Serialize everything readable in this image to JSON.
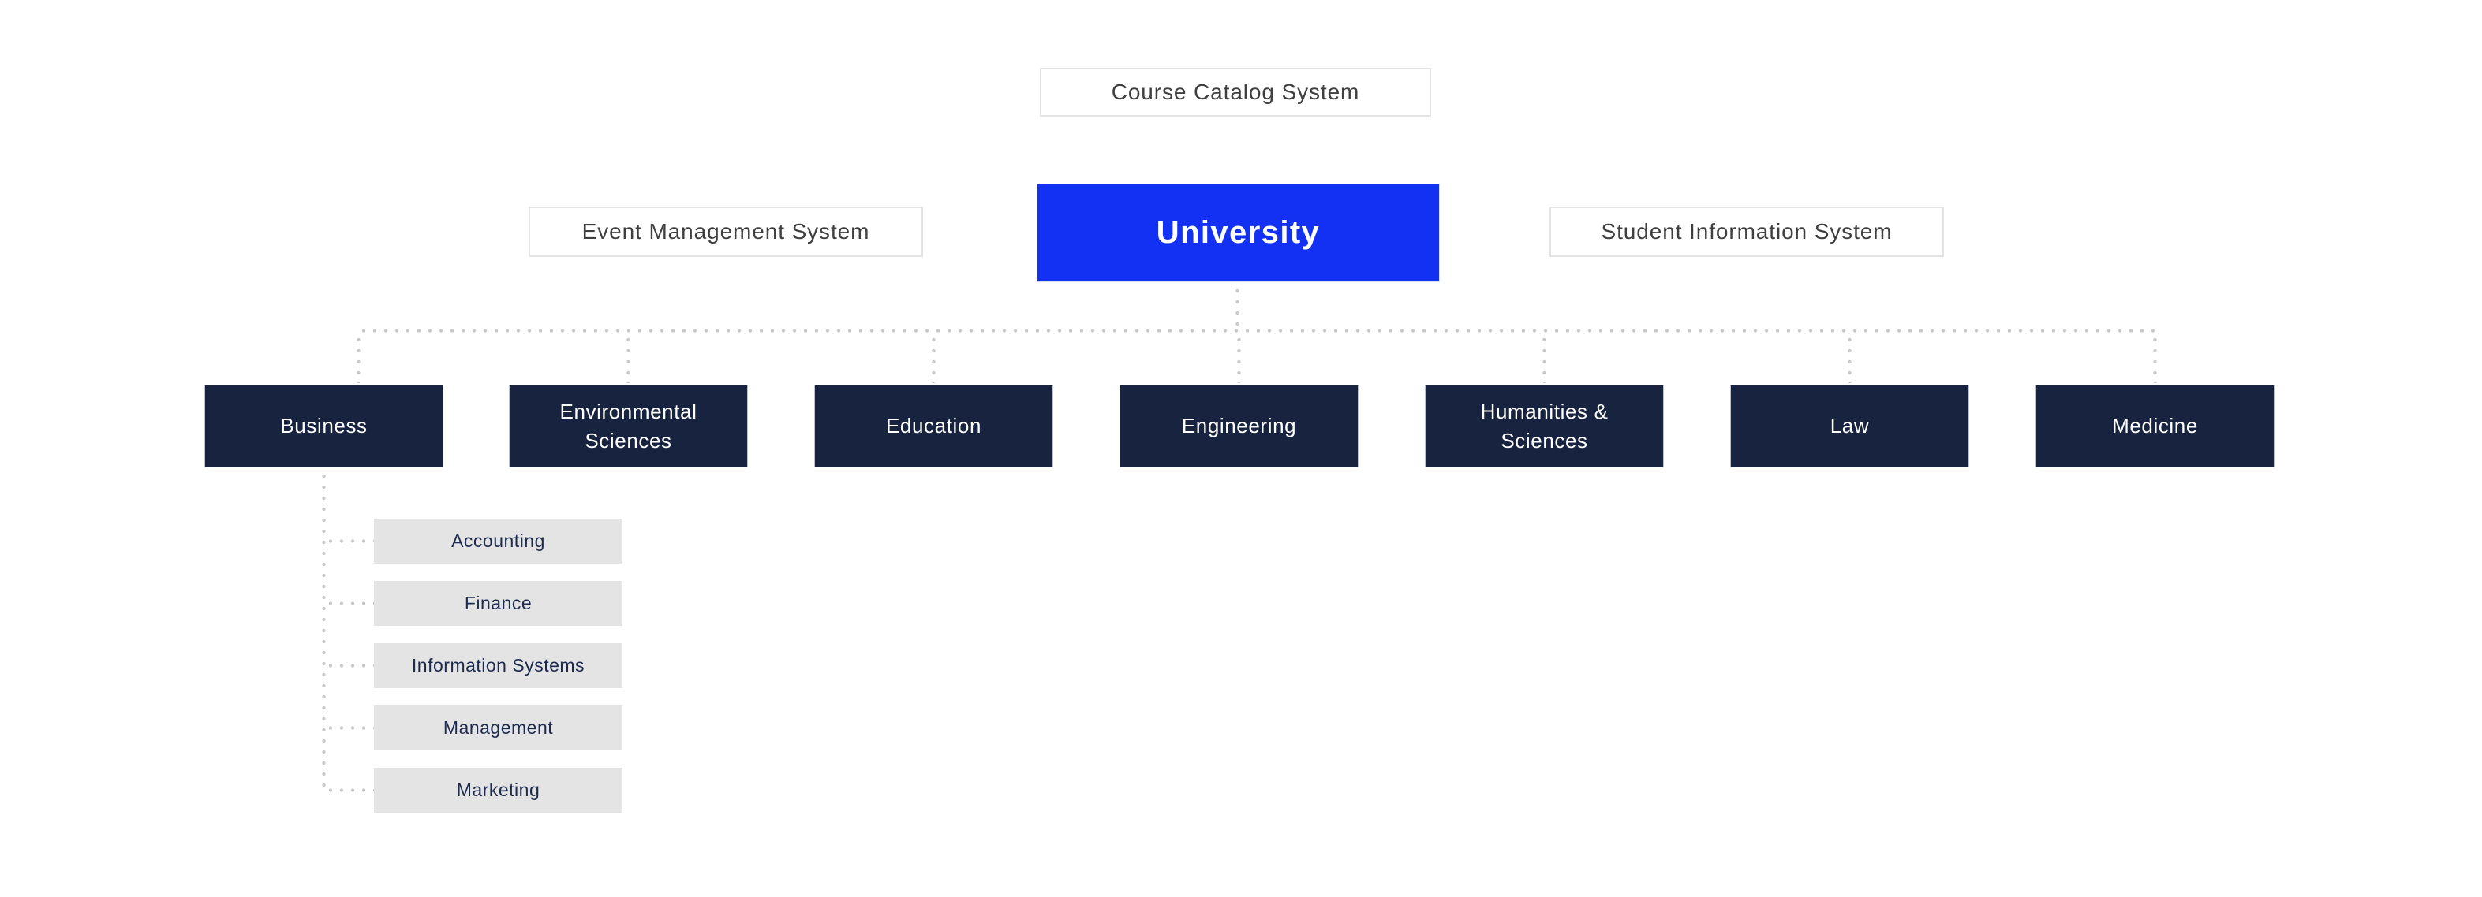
{
  "page": {
    "background": "#ffffff",
    "type_label": "organization chart"
  },
  "colors": {
    "page_bg": "#ffffff",
    "root_fill": "#1331f2",
    "root_border": "#d7dbf2",
    "root_text": "#ffffff",
    "dept_fill": "#17233f",
    "dept_border": "#b9c0ce",
    "dept_text": "#ffffff",
    "system_fill": "#ffffff",
    "system_border": "#e3e3e3",
    "system_text": "#3f3f3f",
    "sub_fill": "#e4e4e4",
    "sub_text": "#1b2a4e",
    "connector_dot": "#c9c9c9"
  },
  "root": {
    "label": "University"
  },
  "systems": {
    "course_catalog": {
      "label": "Course Catalog System"
    },
    "event_management": {
      "label": "Event Management System"
    },
    "student_information": {
      "label": "Student Information System"
    }
  },
  "departments": [
    {
      "label": "Business"
    },
    {
      "label": "Environmental Sciences"
    },
    {
      "label": "Education"
    },
    {
      "label": "Engineering"
    },
    {
      "label": "Humanities & Sciences"
    },
    {
      "label": "Law"
    },
    {
      "label": "Medicine"
    }
  ],
  "business_subdepartments": [
    {
      "label": "Accounting"
    },
    {
      "label": "Finance"
    },
    {
      "label": "Information Systems"
    },
    {
      "label": "Management"
    },
    {
      "label": "Marketing"
    }
  ]
}
